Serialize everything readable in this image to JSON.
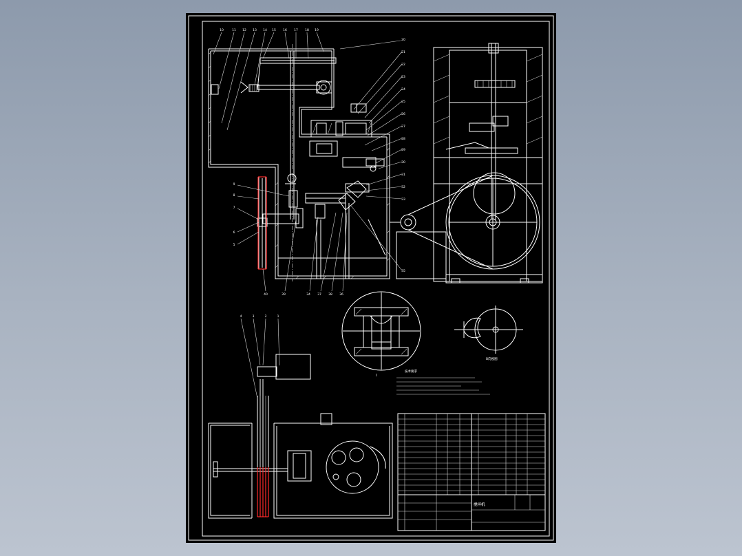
{
  "drawing": {
    "views": [
      {
        "id": "main-section",
        "balloons": [
          "10",
          "11",
          "12",
          "13",
          "14",
          "15",
          "16",
          "17",
          "18",
          "19",
          "20",
          "21",
          "22",
          "23",
          "24",
          "25",
          "26",
          "27",
          "28",
          "29",
          "30",
          "31",
          "32",
          "33",
          "9",
          "8",
          "7",
          "6",
          "5",
          "40",
          "39",
          "34",
          "37",
          "38",
          "36",
          "35"
        ]
      },
      {
        "id": "detail-view",
        "label": "I"
      },
      {
        "id": "side-view"
      },
      {
        "id": "b-view",
        "label": "B向视图"
      },
      {
        "id": "bottom-view",
        "balloons": [
          "4",
          "3",
          "2",
          "1"
        ]
      }
    ],
    "title_block": {
      "title_text": "搅拌机"
    },
    "colors": {
      "background": "#000000",
      "lines": "#ffffff",
      "highlight": "#ff2a2a",
      "page": "#9aa6b6"
    }
  }
}
